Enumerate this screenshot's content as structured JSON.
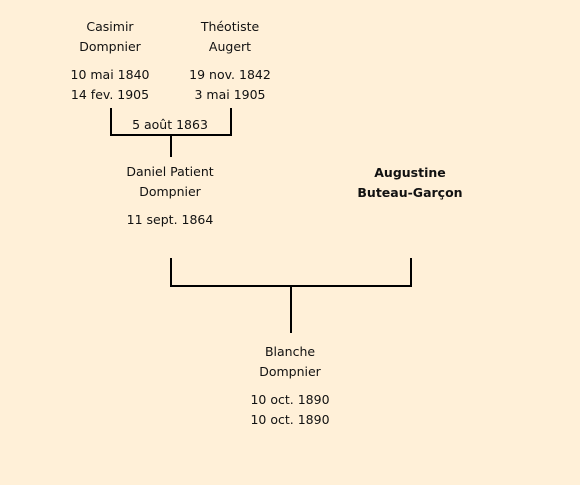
{
  "grandparents": {
    "father": {
      "first_name": "Casimir",
      "last_name": "Dompnier",
      "birth": "10 mai 1840",
      "death": "14 fev. 1905"
    },
    "mother": {
      "first_name": "Théotiste",
      "last_name": "Augert",
      "birth": "19 nov. 1842",
      "death": "3 mai 1905"
    },
    "marriage_date": "5 août 1863"
  },
  "parents": {
    "father": {
      "first_name": "Daniel Patient",
      "last_name": "Dompnier",
      "birth": "11 sept. 1864"
    },
    "mother": {
      "first_name": "Augustine",
      "last_name": "Buteau-Garçon"
    }
  },
  "child": {
    "first_name": "Blanche",
    "last_name": "Dompnier",
    "birth": "10 oct. 1890",
    "death": "10 oct. 1890"
  }
}
